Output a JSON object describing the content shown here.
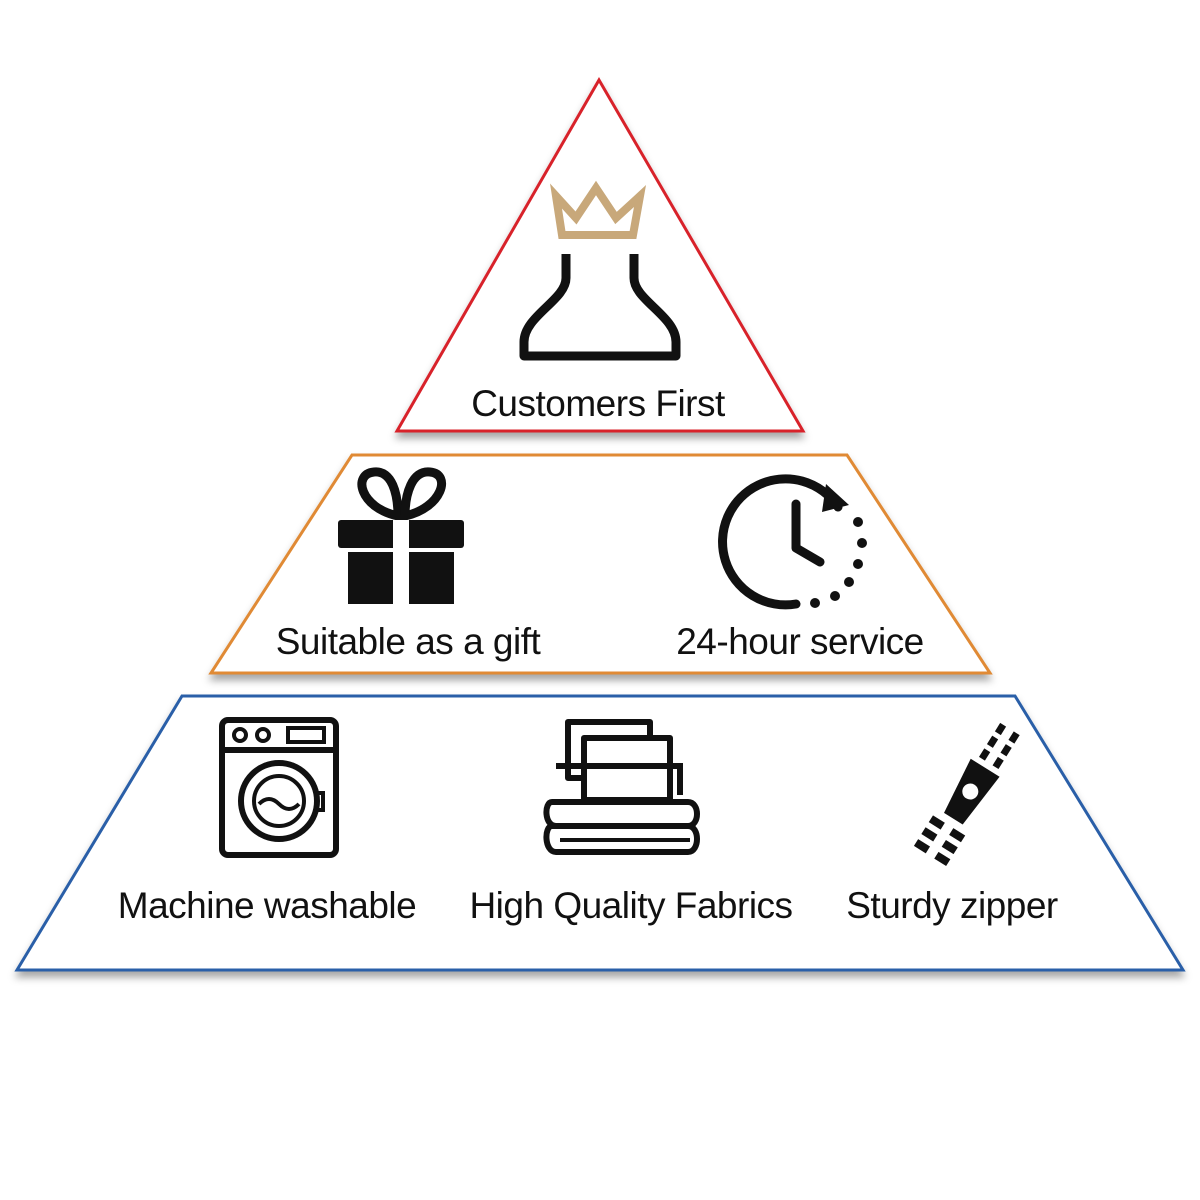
{
  "tiers": [
    {
      "name": "top",
      "outline_color": "#d8202a",
      "items": [
        {
          "label": "Customers First",
          "icon": "customer-crown-icon",
          "accent_color": "#c8a87a"
        }
      ]
    },
    {
      "name": "middle",
      "outline_color": "#e08a34",
      "items": [
        {
          "label": "Suitable as a gift",
          "icon": "gift-box-icon"
        },
        {
          "label": "24-hour service",
          "icon": "clock-arrow-icon"
        }
      ]
    },
    {
      "name": "bottom",
      "outline_color": "#2a5fa8",
      "items": [
        {
          "label": "Machine washable",
          "icon": "washing-machine-icon"
        },
        {
          "label": "High Quality Fabrics",
          "icon": "bedding-stack-icon"
        },
        {
          "label": "Sturdy zipper",
          "icon": "zipper-icon"
        }
      ]
    }
  ]
}
